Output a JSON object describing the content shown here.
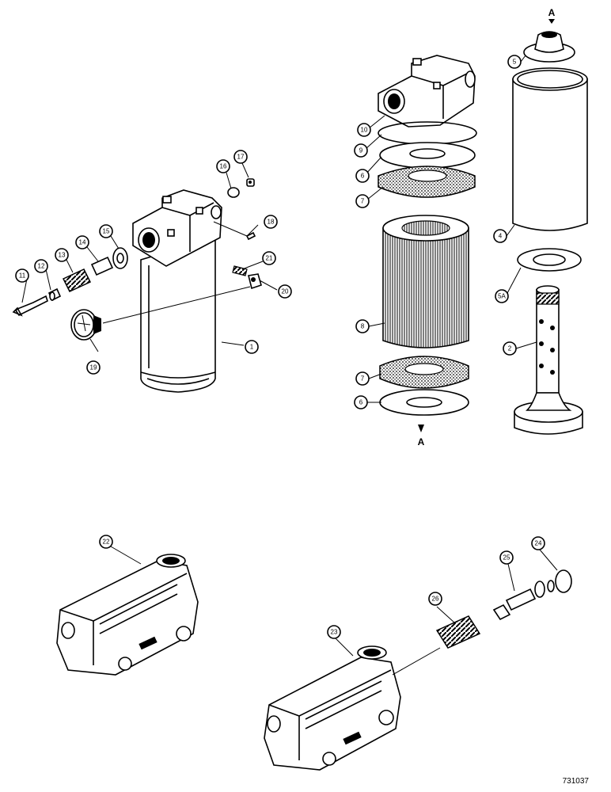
{
  "drawing_number": "731037",
  "section_marks": {
    "top": "A",
    "bottom": "A"
  },
  "callouts": {
    "c1": "1",
    "c2": "2",
    "c4": "4",
    "c5": "5",
    "c5a": "5A",
    "c6a": "6",
    "c6b": "6",
    "c7a": "7",
    "c7b": "7",
    "c8": "8",
    "c9": "9",
    "c10": "10",
    "c11": "11",
    "c12": "12",
    "c13": "13",
    "c14": "14",
    "c15": "15",
    "c16": "16",
    "c17": "17",
    "c18": "18",
    "c19": "19",
    "c20": "20",
    "c21": "21",
    "c22": "22",
    "c23": "23",
    "c24": "24",
    "c25": "25",
    "c26": "26"
  }
}
